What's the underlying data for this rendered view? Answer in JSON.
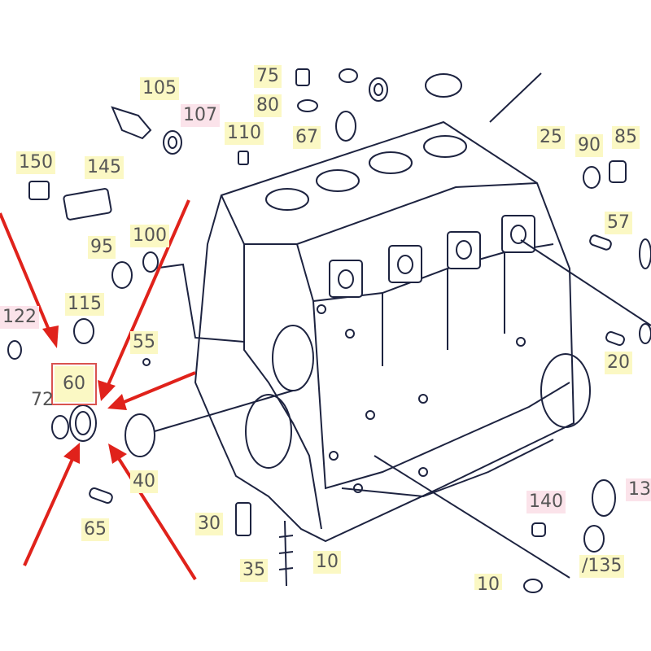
{
  "labels": {
    "l105": "105",
    "l107": "107",
    "l75": "75",
    "l80": "80",
    "l110": "110",
    "l67": "67",
    "l25": "25",
    "l90": "90",
    "l85": "85",
    "l150": "150",
    "l145": "145",
    "l57": "57",
    "l95": "95",
    "l100": "100",
    "l115": "115",
    "l122": "122",
    "l55": "55",
    "l20": "20",
    "l60": "60",
    "l72": "72",
    "l40": "40",
    "l140": "140",
    "l13": "13",
    "l65": "65",
    "l30": "30",
    "l10": "10",
    "l35": "35",
    "l135": "/135",
    "l10b": "10"
  },
  "colors": {
    "highlight_yellow": "#fbf8c4",
    "highlight_pink": "#fbe3ea",
    "arrow_red": "#e0221b",
    "line_ink": "#1d2340"
  }
}
